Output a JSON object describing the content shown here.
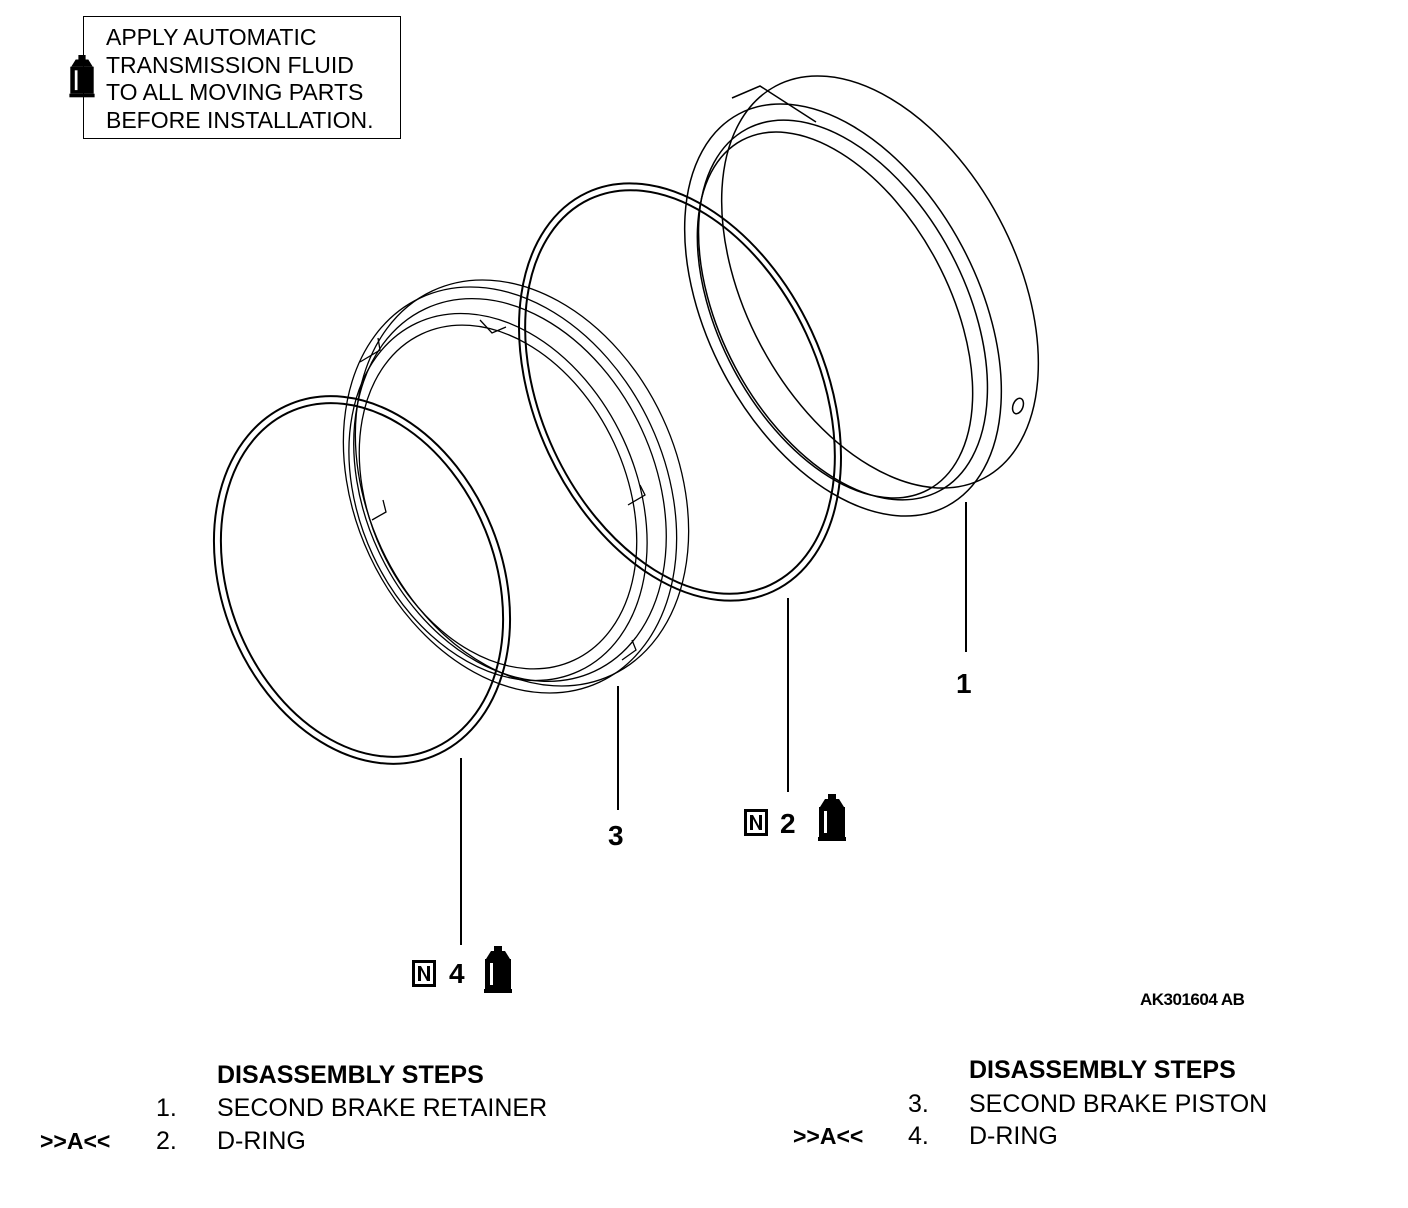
{
  "note": {
    "text": "APPLY AUTOMATIC\nTRANSMISSION FLUID\nTO ALL MOVING PARTS\nBEFORE INSTALLATION."
  },
  "callouts": [
    {
      "label": "1"
    },
    {
      "label": "2"
    },
    {
      "label": "3"
    },
    {
      "label": "4"
    }
  ],
  "new_part_mark": "N",
  "figure_id": "AK301604 AB",
  "steps_left": {
    "title": "DISASSEMBLY STEPS",
    "items": [
      {
        "ref": "",
        "number": "1.",
        "label": "SECOND BRAKE RETAINER"
      },
      {
        "ref": ">>A<<",
        "number": "2.",
        "label": "D-RING"
      }
    ]
  },
  "steps_right": {
    "title": "DISASSEMBLY STEPS",
    "items": [
      {
        "ref": "",
        "number": "3.",
        "label": "SECOND BRAKE PISTON"
      },
      {
        "ref": ">>A<<",
        "number": "4.",
        "label": "D-RING"
      }
    ]
  },
  "icons": {
    "fluid": "atf-bottle-icon",
    "new_part": "new-part-n-icon"
  }
}
